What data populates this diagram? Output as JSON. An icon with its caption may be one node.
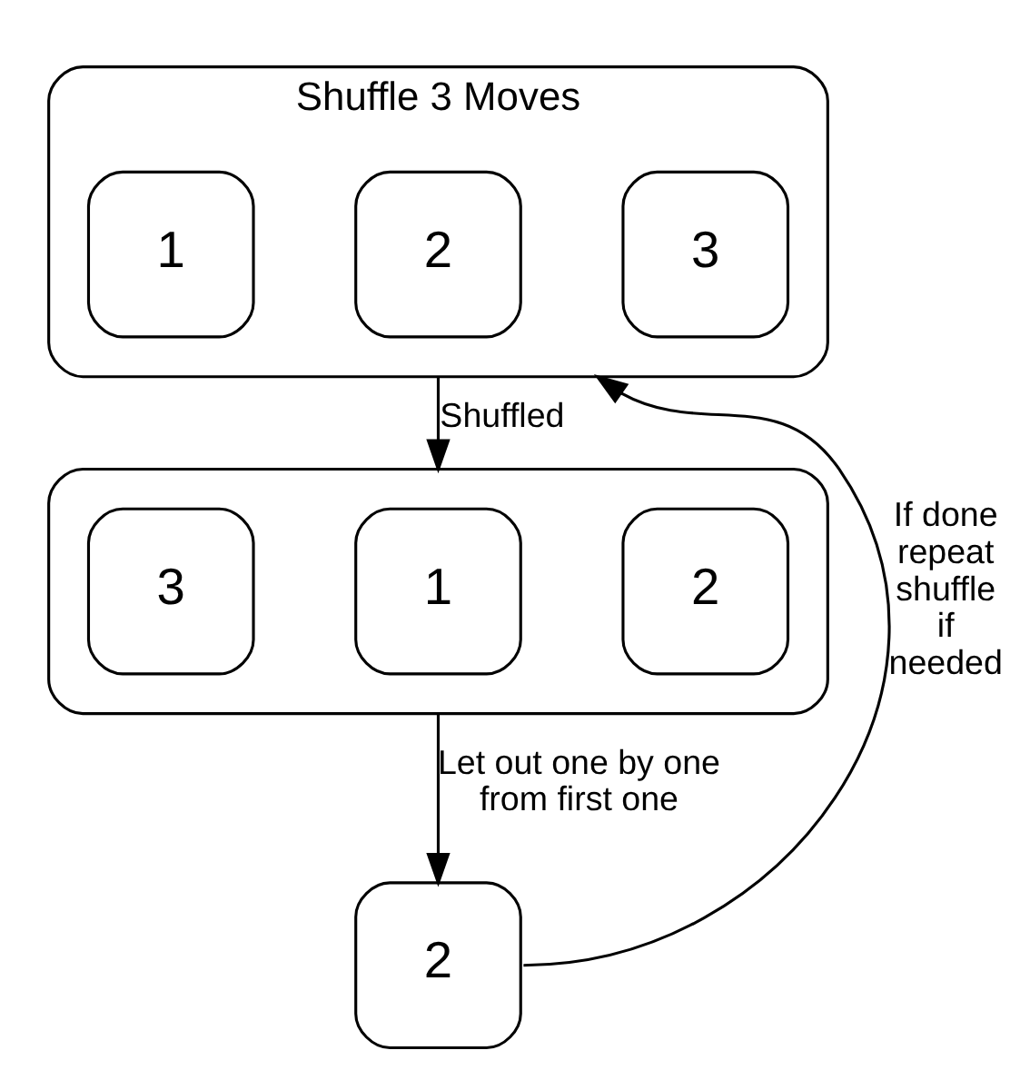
{
  "diagram": {
    "nodes": [
      {
        "text": [
          "Shuffle 3 Moves"
        ]
      },
      {
        "text": [
          "1"
        ],
        "in": 0
      },
      {
        "text": [
          "2"
        ],
        "in": 0
      },
      {
        "text": [
          "3"
        ],
        "in": 0
      },
      {
        "text": [],
        "shape": "box"
      },
      {
        "text": [
          "3"
        ],
        "in": 4
      },
      {
        "text": [
          "1"
        ],
        "in": 4
      },
      {
        "text": [
          "2"
        ],
        "in": 4
      },
      {
        "text": [
          "2"
        ]
      }
    ],
    "edges": [
      {
        "from": 0,
        "to": 4,
        "arrow": "to",
        "label": "Shuffled"
      },
      {
        "from": 4,
        "to": 8,
        "arrow": "to",
        "label": "Let out one by one from first one"
      },
      {
        "from": 8,
        "to": 0,
        "arrow": "to",
        "label": "If done repeat shuffle if needed"
      }
    ]
  }
}
